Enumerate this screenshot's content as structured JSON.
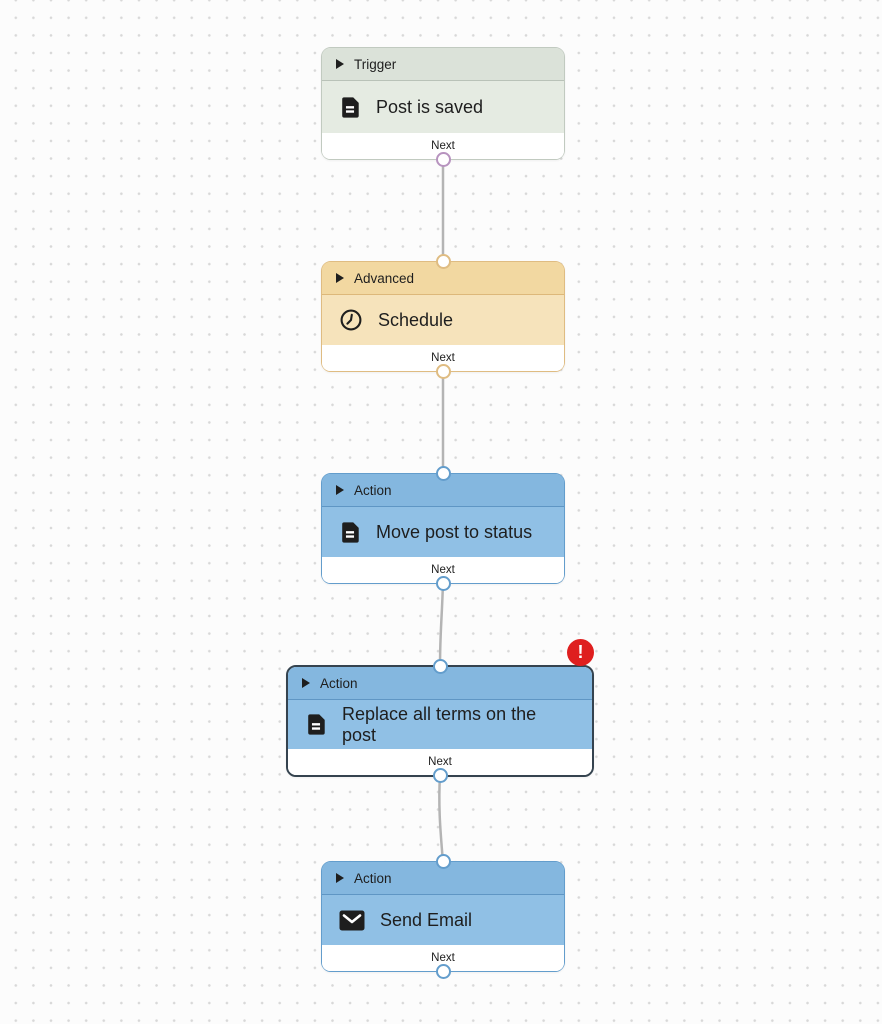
{
  "canvas": {
    "background": "#fcfcfc",
    "dot_color": "#d8d8d8",
    "edge_color": "#b4b4b4"
  },
  "error_badge": {
    "symbol": "!",
    "color": "#df1f1f"
  },
  "nodes": [
    {
      "category": "Trigger",
      "label": "Post is saved",
      "icon": "document-icon",
      "footer_label": "Next",
      "selected": false,
      "has_error": false,
      "theme": {
        "header": "#dbe2d9",
        "body": "#e5ebe2",
        "border": "#c1cac0",
        "divider": "#b9c2b8",
        "handle": "#b793bf"
      }
    },
    {
      "category": "Advanced",
      "label": "Schedule",
      "icon": "clock-icon",
      "footer_label": "Next",
      "selected": false,
      "has_error": false,
      "theme": {
        "header": "#f2d8a1",
        "body": "#f6e3bb",
        "border": "#dfbc82",
        "divider": "#ddb87a",
        "handle": "#dfbc82"
      }
    },
    {
      "category": "Action",
      "label": "Move post to status",
      "icon": "document-icon",
      "footer_label": "Next",
      "selected": false,
      "has_error": false,
      "theme": {
        "header": "#84b7df",
        "body": "#90c0e5",
        "border": "#639dcc",
        "divider": "#5f96c4",
        "handle": "#639dcc"
      }
    },
    {
      "category": "Action",
      "label": "Replace all terms on the post",
      "icon": "document-icon",
      "footer_label": "Next",
      "selected": true,
      "has_error": true,
      "theme": {
        "header": "#84b7df",
        "body": "#90c0e5",
        "border": "#35434f",
        "divider": "#5f96c4",
        "handle": "#639dcc"
      }
    },
    {
      "category": "Action",
      "label": "Send Email",
      "icon": "envelope-icon",
      "footer_label": "Next",
      "selected": false,
      "has_error": false,
      "theme": {
        "header": "#84b7df",
        "body": "#90c0e5",
        "border": "#639dcc",
        "divider": "#5f96c4",
        "handle": "#639dcc"
      }
    }
  ]
}
